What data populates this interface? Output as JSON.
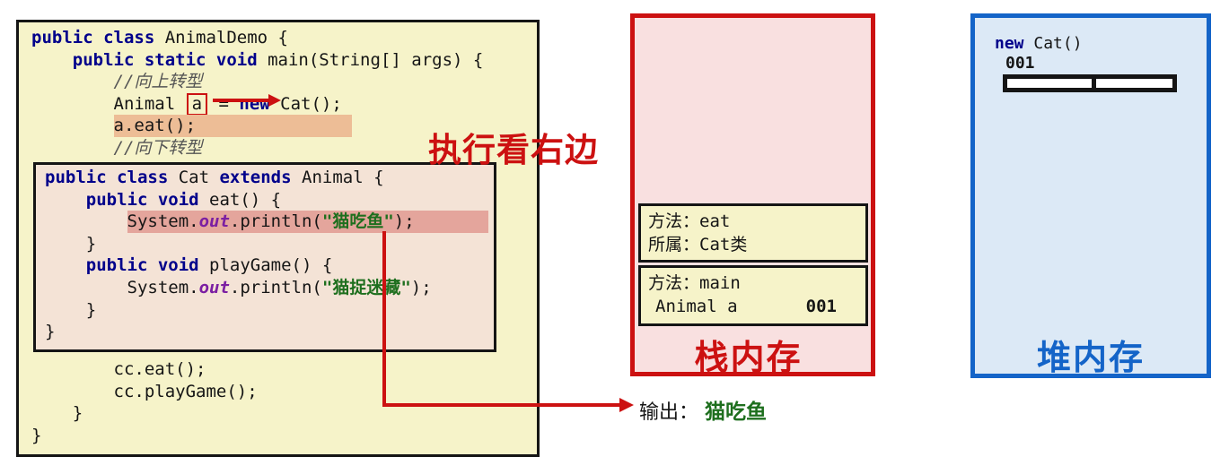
{
  "code": {
    "l1_kw": "public class",
    "l1_rest": " AnimalDemo {",
    "l2_kw": "    public static void",
    "l2_rest": " main(String[] args) {",
    "l3_comment": "        //向上转型",
    "l4_pre": "        Animal ",
    "l4_var": "a",
    "l4_eq": " = ",
    "l4_new": "new",
    "l4_rest": " Cat();",
    "l5_indent": "        ",
    "l5_call": "a.eat();",
    "l6_comment": "        //向下转型",
    "b1": "        cc.eat();",
    "b2": "        cc.playGame();",
    "b3": "    }",
    "b4": "}"
  },
  "cat_class": {
    "i1_kw": "public class",
    "i1_mid": " Cat ",
    "i1_kw2": "extends",
    "i1_rest": " Animal {",
    "i2_kw": "    public void",
    "i2_rest": " eat() {",
    "i3_indent": "        ",
    "i3_pre": "System.",
    "i3_out": "out",
    "i3_mid": ".println(",
    "i3_str": "\"猫吃鱼\"",
    "i3_rest": ");",
    "i4": "    }",
    "i5_kw": "    public void",
    "i5_rest": " playGame() {",
    "i6_indent": "        ",
    "i6_pre": "System.",
    "i6_out": "out",
    "i6_mid": ".println(",
    "i6_str": "\"猫捉迷藏\"",
    "i6_rest": ");",
    "i7": "    }",
    "i8": "}"
  },
  "annotations": {
    "exec_note": "执行看右边",
    "output_label": "输出： ",
    "output_value": "猫吃鱼"
  },
  "stack": {
    "title": "栈内存",
    "frame_eat": {
      "method_label": "方法：",
      "method": "eat",
      "owner_label": "所属：",
      "owner": "Cat类"
    },
    "frame_main": {
      "method_label": "方法：",
      "method": "main",
      "var": "Animal a",
      "address": "001"
    }
  },
  "heap": {
    "title": "堆内存",
    "new_kw": "new",
    "ctor": " Cat()",
    "address": "001"
  },
  "colors": {
    "accent_red": "#cc1111",
    "accent_blue": "#1464c8",
    "keyword_navy": "#00008b",
    "string_green": "#1e6f1e",
    "out_purple": "#7b1fa2",
    "code_box_bg": "#f6f3c9",
    "cat_box_bg": "#f4e3d6",
    "stack_box_bg": "#f9e0e0",
    "heap_box_bg": "#dce9f6",
    "highlight_eat": "#edbd96",
    "highlight_println": "#e4a59c"
  }
}
